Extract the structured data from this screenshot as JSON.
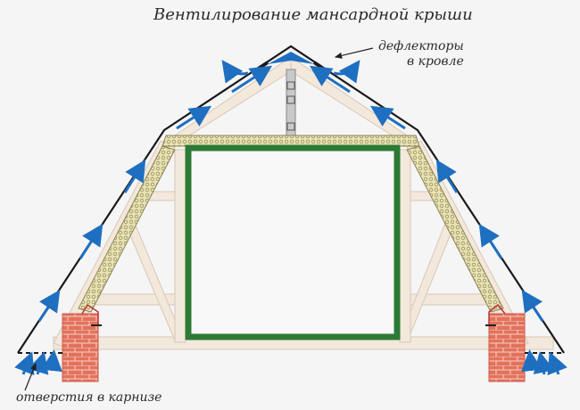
{
  "title": "Вентилирование мансардной крыши",
  "labels": {
    "deflectors_line1": "дефлекторы",
    "deflectors_line2": "в кровле",
    "eave_holes": "отверстия в карнизе"
  },
  "colors": {
    "background": "#f5f5f5",
    "roof_line": "#1a1a1a",
    "airflow": "#1f6fc0",
    "timber": "#f3e8dc",
    "timber_edge": "#d8c8b6",
    "insulation": "#e6dfb0",
    "insulation_edge": "#8a8456",
    "window_frame": "#3a9a45",
    "brick": "#e0705a",
    "brick_mortar": "#f4c0b0",
    "vapor_barrier": "#c0303a"
  },
  "components": [
    "ridge-deflectors",
    "roof-covering",
    "rafters",
    "insulation-layer",
    "attic-room-frame",
    "king-post",
    "brick-walls",
    "eave-vents",
    "airflow-arrows"
  ]
}
